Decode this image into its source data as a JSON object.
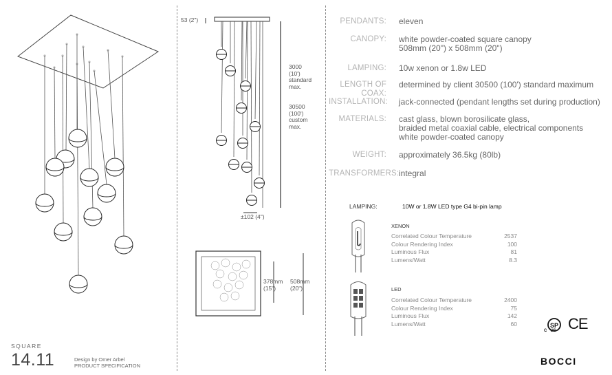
{
  "specs": [
    {
      "label": "PENDANTS:",
      "value": "eleven"
    },
    {
      "label": "CANOPY:",
      "value": "white powder-coated square canopy\n508mm (20\") x 508mm (20\")"
    },
    {
      "label": "LAMPING:",
      "value": "10w xenon or 1.8w LED"
    },
    {
      "label": "LENGTH OF COAX:",
      "value": "determined by client 30500 (100') standard maximum"
    },
    {
      "label": "INSTALLATION:",
      "value": "jack-connected (pendant lengths set during production)"
    },
    {
      "label": "MATERIALS:",
      "value": "cast glass, blown borosilicate glass,\nbraided metal coaxial cable, electrical components\nwhite powder-coated canopy"
    },
    {
      "label": "WEIGHT:",
      "value": "approximately 36.5kg (80lb)"
    },
    {
      "label": "TRANSFORMERS:",
      "value": "integral"
    }
  ],
  "lamping": {
    "label": "LAMPING:",
    "value": "10W or 1.8W LED type G4 bi-pin lamp",
    "xenon": {
      "title": "XENON",
      "rows": [
        {
          "label": "Correlated Colour Temperature",
          "value": "2537"
        },
        {
          "label": "Colour Rendering Index",
          "value": "100"
        },
        {
          "label": "Luminous Flux",
          "value": "81"
        },
        {
          "label": "Lumens/Watt",
          "value": "8.3"
        }
      ]
    },
    "led": {
      "title": "LED",
      "rows": [
        {
          "label": "Correlated Colour Temperature",
          "value": "2400"
        },
        {
          "label": "Colour Rendering Index",
          "value": "75"
        },
        {
          "label": "Luminous Flux",
          "value": "142"
        },
        {
          "label": "Lumens/Watt",
          "value": "60"
        }
      ]
    }
  },
  "dimensions": {
    "canopy_height": "53 (2\")",
    "standard_length": "3000\n(10')\nstandard\nmax.",
    "custom_length": "30500\n(100')\ncustom\nmax.",
    "spread": "±102 (4\")",
    "inner_width": "378mm\n(15\")",
    "outer_width": "508mm\n(20\")"
  },
  "footer": {
    "series": "SQUARE",
    "model": "14.11",
    "designer": "Design by Omer Arbel",
    "doc_type": "PRODUCT SPECIFICATION",
    "brand": "BOCCI"
  },
  "certifications": {
    "csa": "C   US",
    "ce": "CE"
  }
}
